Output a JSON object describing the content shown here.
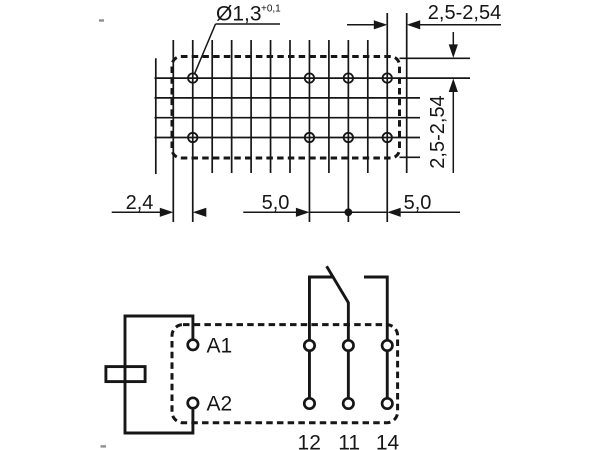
{
  "page": {
    "colors": {
      "line": "#161616",
      "background": "#ffffff"
    }
  },
  "footprint": {
    "hole_callout": {
      "label": "Ø1,3",
      "tolerance": "+0,1"
    },
    "dims": {
      "top_pitch": "2,5-2,54",
      "right_pitch": "2,5-2,54",
      "left_offset": "2,4",
      "pitch_left": "5,0",
      "pitch_right": "5,0"
    }
  },
  "schematic": {
    "coil_pins": [
      "A1",
      "A2"
    ],
    "contact_pins": [
      "12",
      "11",
      "14"
    ]
  }
}
